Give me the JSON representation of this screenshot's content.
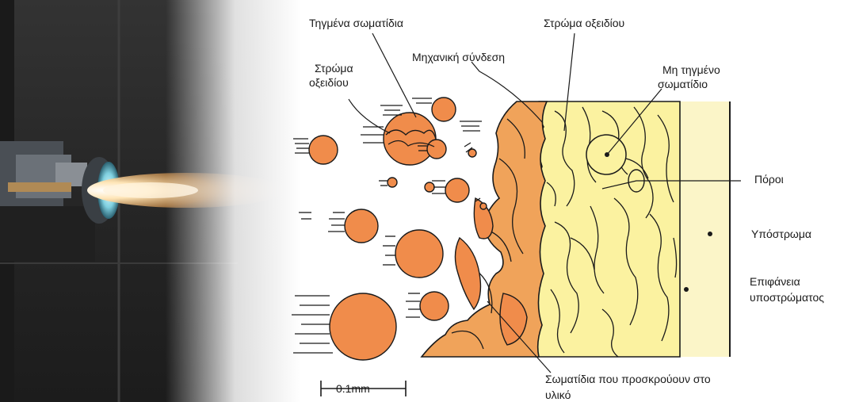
{
  "labels": {
    "charged_particles": "Τηγμένα σωματίδια",
    "oxide_layer_top": "Στρώμα οξειδίου",
    "oxide_layer_left_1": "Στρώμα",
    "oxide_layer_left_2": "οξειδίου",
    "mechanical_bond": "Μηχανική σύνδεση",
    "unmelted_particle_1": "Μη τηγμένο",
    "unmelted_particle_2": "σωματίδιο",
    "pores": "Πόροι",
    "substrate": "Υπόστρωμα",
    "substrate_surface_1": "Επιφάνεια",
    "substrate_surface_2": "υποστρώματος",
    "impacting_particles_1": "Σωματίδια που προσκρούουν στο",
    "impacting_particles_2": "υλικό",
    "scale_bar": "0.1mm"
  },
  "colors": {
    "particle": "#f08c4b",
    "particle_dark": "#e07a32",
    "coating_inner": "#f0a35a",
    "coating_yellow": "#fbf2a0",
    "substrate_fill": "#fbf5c8",
    "line": "#1a1a1a",
    "photo_bg": "#2b2b2b",
    "flame": "#ffd7a0"
  }
}
